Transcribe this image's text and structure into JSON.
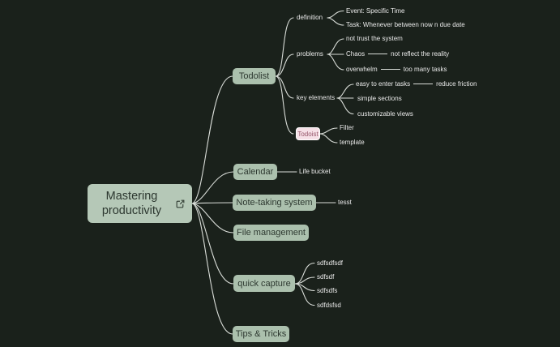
{
  "colors": {
    "background": "#1a211b",
    "node_fill": "#abc0ad",
    "root_fill": "#b5c8b7",
    "node_text": "#2d3830",
    "connector_line": "#d9ddd8",
    "leaf_text": "#e9e9e9",
    "highlight_fill": "#f6e0e7",
    "highlight_text": "#95566a"
  },
  "map": {
    "root": {
      "label": "Mastering productivity",
      "icon": "external-link-icon"
    },
    "branches": [
      {
        "label": "Todolist",
        "children": [
          {
            "label": "definition",
            "children": [
              {
                "label": "Event: Specific Time"
              },
              {
                "label": "Task: Whenever between now n due date"
              }
            ]
          },
          {
            "label": "problems",
            "children": [
              {
                "label": "not trust the system"
              },
              {
                "label": "Chaos",
                "children": [
                  {
                    "label": "not reflect the reality"
                  }
                ]
              },
              {
                "label": "overwhelm",
                "children": [
                  {
                    "label": "too many tasks"
                  }
                ]
              }
            ]
          },
          {
            "label": "key elements",
            "children": [
              {
                "label": "easy to enter tasks",
                "children": [
                  {
                    "label": "reduce friction"
                  }
                ]
              },
              {
                "label": "simple sections"
              },
              {
                "label": "customizable views"
              }
            ]
          },
          {
            "label": "Todoist",
            "style": "highlighted",
            "children": [
              {
                "label": "Filter"
              },
              {
                "label": "template"
              }
            ]
          }
        ]
      },
      {
        "label": "Calendar",
        "children": [
          {
            "label": "Life bucket"
          }
        ]
      },
      {
        "label": "Note-taking system",
        "children": [
          {
            "label": "tesst"
          }
        ]
      },
      {
        "label": "File management",
        "children": []
      },
      {
        "label": "quick capture",
        "children": [
          {
            "label": "sdfsdfsdf"
          },
          {
            "label": "sdfsdf"
          },
          {
            "label": "sdfsdfs"
          },
          {
            "label": "sdfdsfsd"
          }
        ]
      },
      {
        "label": "Tips & Tricks",
        "children": []
      }
    ]
  }
}
